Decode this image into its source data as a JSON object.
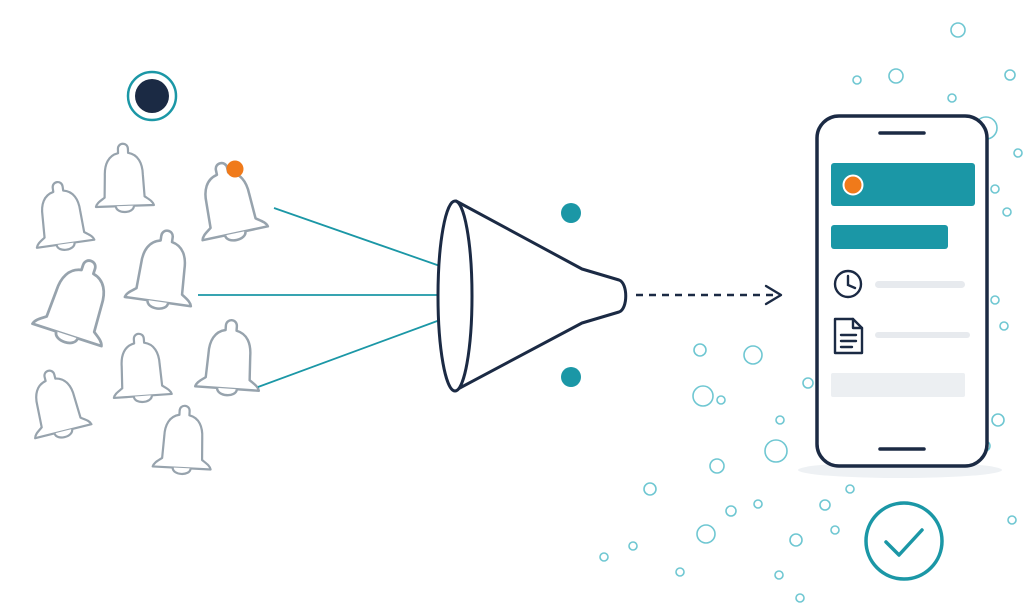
{
  "colors": {
    "background": "#ffffff",
    "navy": "#1b2a44",
    "teal": "#1b97a6",
    "teal_light": "#6fc7d2",
    "orange": "#f07a1a",
    "bell_stroke": "#97a3ad",
    "placeholder_line": "#e7eaee",
    "placeholder_block": "#eceff2"
  },
  "diagram": {
    "bells": [
      {
        "name": "bell-1",
        "badge": false
      },
      {
        "name": "bell-2",
        "badge": false
      },
      {
        "name": "bell-3",
        "badge": true
      },
      {
        "name": "bell-4",
        "badge": false
      },
      {
        "name": "bell-5",
        "badge": false
      },
      {
        "name": "bell-6",
        "badge": false
      },
      {
        "name": "bell-7",
        "badge": false
      },
      {
        "name": "bell-8",
        "badge": false
      },
      {
        "name": "bell-9",
        "badge": false
      },
      {
        "name": "bell-10",
        "badge": false
      }
    ],
    "icons": {
      "status_dot": "status-dot-icon",
      "funnel": "funnel-icon",
      "arrow": "dashed-arrow-icon",
      "phone": "smartphone-icon",
      "clock": "clock-icon",
      "document": "document-icon",
      "check": "checkmark-circle-icon",
      "bubbles": "bubble-particles"
    }
  }
}
